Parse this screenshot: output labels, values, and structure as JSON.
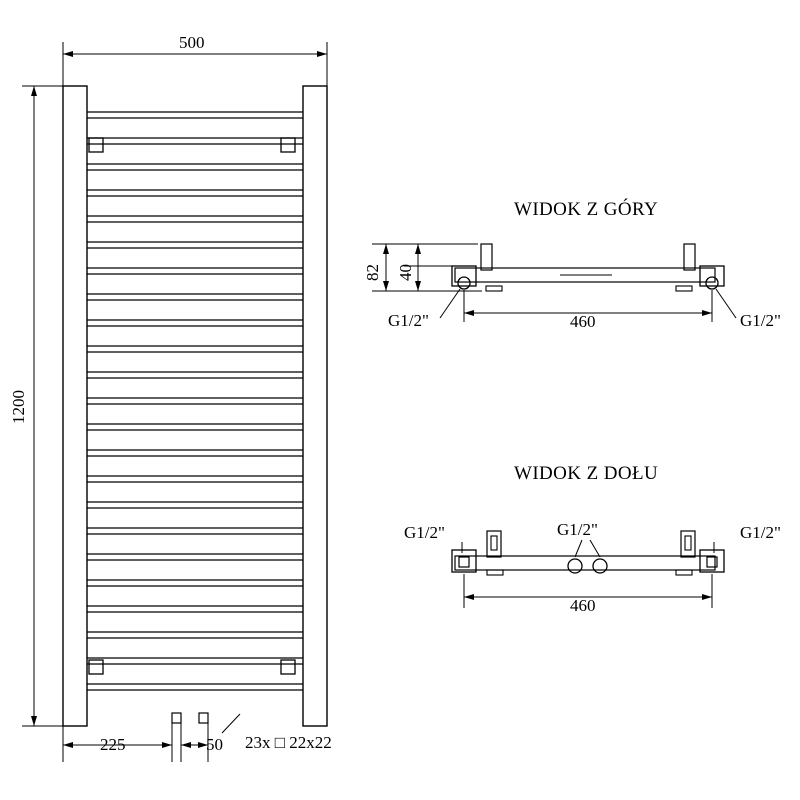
{
  "drawing": {
    "title_top_view": "WIDOK Z GÓRY",
    "title_bottom_view": "WIDOK Z DOŁU",
    "front": {
      "width_dim": "500",
      "height_dim": "1200",
      "left_offset_dim": "225",
      "right_offset_dim": "50",
      "elements_note": "23x □ 22x22"
    },
    "top_view": {
      "depth_dim": "82",
      "inner_depth_dim": "40",
      "center_dim": "460",
      "conn_left": "G1/2\"",
      "conn_right": "G1/2\""
    },
    "bottom_view": {
      "center_dim": "460",
      "conn_left": "G1/2\"",
      "conn_center": "G1/2\"",
      "conn_right": "G1/2\""
    },
    "colors": {
      "line": "#000000",
      "fill": "#ffffff",
      "background": "#ffffff"
    }
  }
}
